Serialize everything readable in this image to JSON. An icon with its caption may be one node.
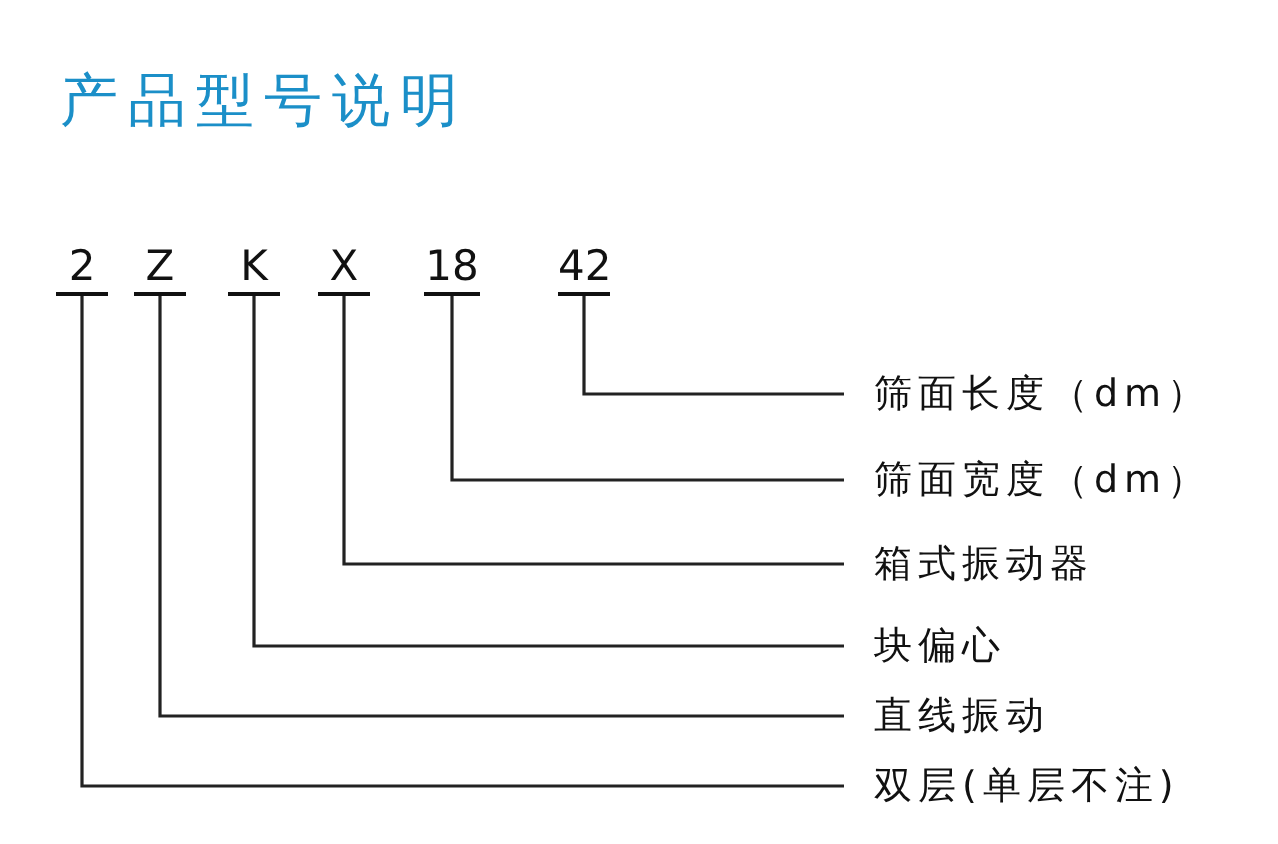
{
  "diagram": {
    "title": "产品型号说明",
    "nodes": [
      {
        "text": [
          "2"
        ]
      },
      {
        "text": [
          "Z"
        ]
      },
      {
        "text": [
          "K"
        ]
      },
      {
        "text": [
          "X"
        ]
      },
      {
        "text": [
          "18"
        ]
      },
      {
        "text": [
          "42"
        ]
      },
      {
        "text": [
          "筛面长度（dm）"
        ]
      },
      {
        "text": [
          "筛面宽度（dm）"
        ]
      },
      {
        "text": [
          "箱式振动器"
        ]
      },
      {
        "text": [
          "块偏心"
        ]
      },
      {
        "text": [
          "直线振动"
        ]
      },
      {
        "text": [
          "双层(单层不注)"
        ]
      }
    ],
    "edges": [
      {
        "from": 5,
        "to": 6,
        "arrow": "none"
      },
      {
        "from": 4,
        "to": 7,
        "arrow": "none"
      },
      {
        "from": 3,
        "to": 8,
        "arrow": "none"
      },
      {
        "from": 2,
        "to": 9,
        "arrow": "none"
      },
      {
        "from": 1,
        "to": 10,
        "arrow": "none"
      },
      {
        "from": 0,
        "to": 11,
        "arrow": "none"
      }
    ]
  }
}
